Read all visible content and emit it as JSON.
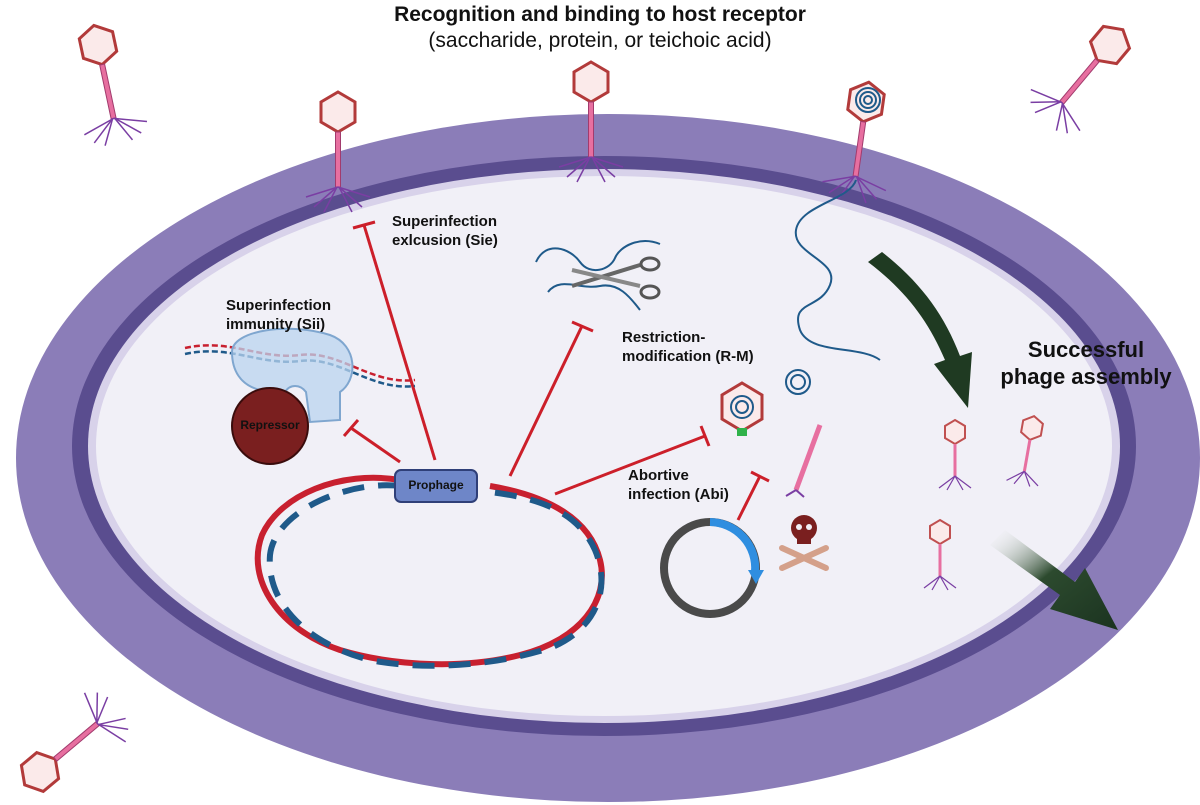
{
  "title": {
    "line1": "Recognition and binding to host receptor",
    "line2": "(saccharide, protein, or teichoic acid)"
  },
  "labels": {
    "sie": [
      "Superinfection",
      "exlcusion (Sie)"
    ],
    "sii": [
      "Superinfection",
      "immunity (Sii)"
    ],
    "rm": [
      "Restriction-",
      "modification (R-M)"
    ],
    "abi": [
      "Abortive",
      "infection (Abi)"
    ],
    "assembly": [
      "Successful",
      "phage assembly"
    ],
    "prophage": "Prophage",
    "repressor": "Repressor"
  },
  "colors": {
    "outer_membrane": "#8b7db8",
    "inner_band": "#5a4d8f",
    "cytoplasm": "#f1f0f7",
    "inhibition": "#cc1f2a",
    "dna_red": "#c8202f",
    "dna_blue": "#1f5a8a",
    "arrow": "#1b3a1f",
    "phage_head": "#b23a3a",
    "repressor": "#7a1f1f"
  }
}
